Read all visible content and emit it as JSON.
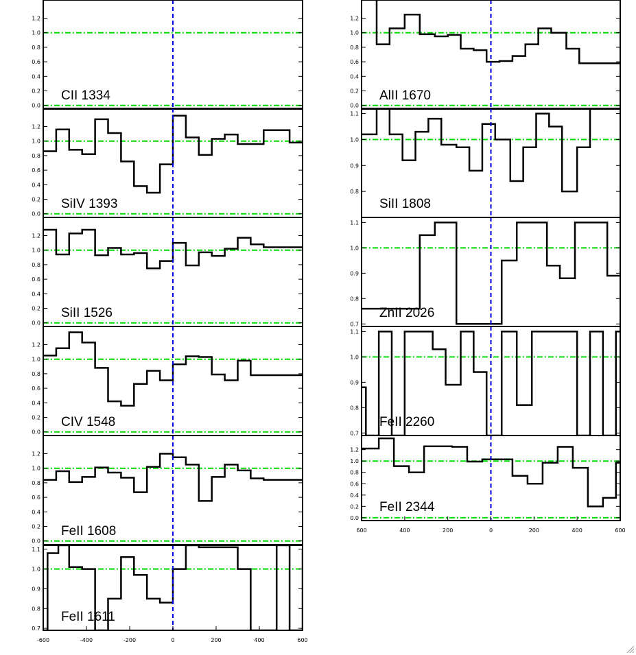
{
  "window": {
    "background": "#ffffff"
  },
  "style": {
    "spectrum_color": "#000000",
    "continuum_color": "#00dd00",
    "zero_color": "#0000dd",
    "frame_color": "#000000"
  },
  "chart_data": [
    {
      "type": "line",
      "label": "CII 1334",
      "column": "left",
      "row": 0,
      "xlim": [
        -600,
        600
      ],
      "ylim": [
        -0.05,
        1.45
      ],
      "yticks": [
        0.0,
        0.2,
        0.4,
        0.6,
        0.8,
        1.0,
        1.2
      ],
      "ytick_labels": [
        "0.0",
        "0.2",
        "0.4",
        "0.6",
        "0.8",
        "1.0",
        "1.2"
      ],
      "continuum": [
        0.0,
        1.0
      ],
      "zero_velocity": 0,
      "x": [],
      "y": []
    },
    {
      "type": "line",
      "label": "SiIV 1393",
      "column": "left",
      "row": 1,
      "xlim": [
        -600,
        600
      ],
      "ylim": [
        -0.05,
        1.45
      ],
      "yticks": [
        0.0,
        0.2,
        0.4,
        0.6,
        0.8,
        1.0,
        1.2
      ],
      "ytick_labels": [
        "0.0",
        "0.2",
        "0.4",
        "0.6",
        "0.8",
        "1.0",
        "1.2"
      ],
      "continuum": [
        0.0,
        1.0
      ],
      "zero_velocity": 0,
      "x": [
        -600,
        -540,
        -480,
        -420,
        -360,
        -300,
        -240,
        -180,
        -120,
        -60,
        0,
        60,
        120,
        180,
        240,
        300,
        360,
        420,
        480,
        540,
        600
      ],
      "y": [
        0.86,
        1.16,
        0.88,
        0.82,
        1.3,
        1.11,
        0.72,
        0.38,
        0.29,
        0.68,
        1.35,
        1.05,
        0.81,
        1.03,
        1.09,
        0.96,
        0.96,
        1.15,
        1.15,
        0.98,
        1.0
      ]
    },
    {
      "type": "line",
      "label": "SiII 1526",
      "column": "left",
      "row": 2,
      "xlim": [
        -600,
        600
      ],
      "ylim": [
        -0.05,
        1.45
      ],
      "yticks": [
        0.0,
        0.2,
        0.4,
        0.6,
        0.8,
        1.0,
        1.2
      ],
      "ytick_labels": [
        "0.0",
        "0.2",
        "0.4",
        "0.6",
        "0.8",
        "1.0",
        "1.2"
      ],
      "continuum": [
        0.0,
        1.0
      ],
      "zero_velocity": 0,
      "x": [
        -600,
        -540,
        -480,
        -420,
        -360,
        -300,
        -240,
        -180,
        -120,
        -60,
        0,
        60,
        120,
        180,
        240,
        300,
        360,
        420,
        480,
        540,
        600
      ],
      "y": [
        1.28,
        0.94,
        1.23,
        1.28,
        0.93,
        1.03,
        0.94,
        0.96,
        0.75,
        0.85,
        1.1,
        0.79,
        0.97,
        0.92,
        1.02,
        1.17,
        1.08,
        1.04,
        1.04,
        1.04,
        1.04
      ]
    },
    {
      "type": "line",
      "label": "CIV 1548",
      "column": "left",
      "row": 3,
      "xlim": [
        -600,
        600
      ],
      "ylim": [
        -0.05,
        1.45
      ],
      "yticks": [
        0.0,
        0.2,
        0.4,
        0.6,
        0.8,
        1.0,
        1.2
      ],
      "ytick_labels": [
        "0.0",
        "0.2",
        "0.4",
        "0.6",
        "0.8",
        "1.0",
        "1.2"
      ],
      "continuum": [
        0.0,
        1.0
      ],
      "zero_velocity": 0,
      "x": [
        -600,
        -540,
        -480,
        -420,
        -360,
        -300,
        -240,
        -180,
        -120,
        -60,
        0,
        60,
        120,
        180,
        240,
        300,
        360,
        420,
        480,
        540,
        600
      ],
      "y": [
        1.05,
        1.15,
        1.37,
        1.23,
        0.88,
        0.42,
        0.36,
        0.66,
        0.84,
        0.71,
        0.93,
        1.04,
        1.03,
        0.79,
        0.71,
        0.98,
        0.78,
        0.78,
        0.78,
        0.78,
        0.78
      ]
    },
    {
      "type": "line",
      "label": "FeII 1608",
      "column": "left",
      "row": 4,
      "xlim": [
        -600,
        600
      ],
      "ylim": [
        -0.05,
        1.45
      ],
      "yticks": [
        0.0,
        0.2,
        0.4,
        0.6,
        0.8,
        1.0,
        1.2
      ],
      "ytick_labels": [
        "0.0",
        "0.2",
        "0.4",
        "0.6",
        "0.8",
        "1.0",
        "1.2"
      ],
      "continuum": [
        0.0,
        1.0
      ],
      "zero_velocity": 0,
      "x": [
        -600,
        -540,
        -480,
        -420,
        -360,
        -300,
        -240,
        -180,
        -120,
        -60,
        0,
        60,
        120,
        180,
        240,
        300,
        360,
        420,
        480,
        540,
        600
      ],
      "y": [
        0.84,
        0.96,
        0.81,
        0.88,
        1.01,
        0.94,
        0.87,
        0.67,
        1.02,
        1.2,
        1.15,
        1.05,
        0.55,
        0.88,
        1.05,
        0.97,
        0.86,
        0.84,
        0.84,
        0.84,
        0.84
      ]
    },
    {
      "type": "line",
      "label": "FeII 1611",
      "column": "left",
      "row": 5,
      "xlim": [
        -600,
        600
      ],
      "ylim": [
        0.69,
        1.12
      ],
      "yticks": [
        0.7,
        0.8,
        0.9,
        1.0,
        1.1
      ],
      "ytick_labels": [
        "0.7",
        "0.8",
        "0.9",
        "1.0",
        "1.1"
      ],
      "continuum": [
        1.0
      ],
      "zero_velocity": 0,
      "x": [
        -600,
        -580,
        -530,
        -480,
        -420,
        -360,
        -300,
        -240,
        -180,
        -120,
        -60,
        0,
        60,
        120,
        180,
        240,
        300,
        360,
        400,
        480,
        540,
        600
      ],
      "y": [
        0.69,
        1.08,
        1.12,
        1.01,
        1.0,
        0.69,
        0.85,
        1.06,
        0.97,
        0.85,
        0.83,
        1.0,
        1.12,
        1.11,
        1.11,
        1.11,
        1.0,
        0.69,
        0.69,
        1.12,
        0.69,
        1.1
      ]
    },
    {
      "type": "line",
      "label": "AlII 1670",
      "column": "right",
      "row": 0,
      "xlim": [
        -600,
        600
      ],
      "ylim": [
        -0.05,
        1.45
      ],
      "yticks": [
        0.0,
        0.2,
        0.4,
        0.6,
        0.8,
        1.0,
        1.2
      ],
      "ytick_labels": [
        "0.0",
        "0.2",
        "0.4",
        "0.6",
        "0.8",
        "1.0",
        "1.2"
      ],
      "continuum": [
        0.0,
        1.0
      ],
      "zero_velocity": 0,
      "x": [
        -600,
        -530,
        -470,
        -400,
        -330,
        -260,
        -200,
        -140,
        -80,
        -20,
        40,
        100,
        160,
        220,
        280,
        350,
        410,
        470,
        530,
        590,
        600
      ],
      "y": [
        1.5,
        0.84,
        1.06,
        1.25,
        0.98,
        0.95,
        0.97,
        0.78,
        0.76,
        0.6,
        0.61,
        0.68,
        0.84,
        1.06,
        1.0,
        0.78,
        0.58,
        0.58,
        0.58,
        0.58,
        0.58
      ]
    },
    {
      "type": "line",
      "label": "SiII 1808",
      "column": "right",
      "row": 1,
      "xlim": [
        -600,
        600
      ],
      "ylim": [
        0.7,
        1.12
      ],
      "yticks": [
        0.8,
        0.9,
        1.0,
        1.1
      ],
      "ytick_labels": [
        "0.8",
        "0.9",
        "1.0",
        "1.1"
      ],
      "continuum": [
        1.0
      ],
      "zero_velocity": 0,
      "x": [
        -600,
        -530,
        -470,
        -410,
        -350,
        -290,
        -230,
        -160,
        -100,
        -40,
        20,
        90,
        150,
        210,
        270,
        330,
        400,
        460,
        520,
        580,
        600
      ],
      "y": [
        1.02,
        1.12,
        1.02,
        0.92,
        1.03,
        1.08,
        0.98,
        0.97,
        0.88,
        1.06,
        1.0,
        0.84,
        0.97,
        1.1,
        1.05,
        0.8,
        0.97,
        1.12,
        1.12,
        1.12,
        1.12
      ]
    },
    {
      "type": "line",
      "label": "ZnII 2026",
      "column": "right",
      "row": 2,
      "xlim": [
        -600,
        600
      ],
      "ylim": [
        0.69,
        1.12
      ],
      "yticks": [
        0.7,
        0.8,
        0.9,
        1.0,
        1.1
      ],
      "ytick_labels": [
        "0.7",
        "0.8",
        "0.9",
        "1.0",
        "1.1"
      ],
      "continuum": [
        1.0
      ],
      "zero_velocity": 0,
      "x": [
        -600,
        -480,
        -330,
        -260,
        -160,
        -50,
        50,
        120,
        260,
        320,
        390,
        540,
        580,
        600
      ],
      "y": [
        0.76,
        0.76,
        1.05,
        1.1,
        0.7,
        0.7,
        0.95,
        1.1,
        0.93,
        0.88,
        1.1,
        0.89,
        0.89,
        0.89
      ]
    },
    {
      "type": "line",
      "label": "FeII 2260",
      "column": "right",
      "row": 3,
      "xlim": [
        -600,
        600
      ],
      "ylim": [
        0.69,
        1.12
      ],
      "yticks": [
        0.7,
        0.8,
        0.9,
        1.0,
        1.1
      ],
      "ytick_labels": [
        "0.7",
        "0.8",
        "0.9",
        "1.0",
        "1.1"
      ],
      "continuum": [
        1.0
      ],
      "zero_velocity": 0,
      "x": [
        -600,
        -580,
        -520,
        -460,
        -400,
        -330,
        -270,
        -210,
        -140,
        -80,
        -20,
        50,
        120,
        190,
        260,
        330,
        400,
        460,
        520,
        580,
        600
      ],
      "y": [
        0.88,
        0.69,
        1.1,
        0.69,
        1.1,
        1.1,
        1.03,
        0.89,
        1.1,
        0.94,
        0.69,
        1.1,
        0.81,
        1.1,
        1.1,
        1.1,
        0.69,
        1.1,
        0.69,
        1.1,
        1.1
      ]
    },
    {
      "type": "line",
      "label": "FeII 2344",
      "column": "right",
      "row": 4,
      "xlim": [
        -600,
        600
      ],
      "ylim": [
        -0.05,
        1.45
      ],
      "yticks": [
        0.0,
        0.2,
        0.4,
        0.6,
        0.8,
        1.0,
        1.2
      ],
      "ytick_labels": [
        "0.0",
        "0.2",
        "0.4",
        "0.6",
        "0.8",
        "1.0",
        "1.2"
      ],
      "continuum": [
        0.0,
        1.0
      ],
      "zero_velocity": 0,
      "x": [
        -600,
        -520,
        -450,
        -380,
        -310,
        -240,
        -180,
        -110,
        -40,
        30,
        100,
        170,
        240,
        310,
        380,
        450,
        520,
        580,
        600
      ],
      "y": [
        1.22,
        1.4,
        0.91,
        0.8,
        1.26,
        1.26,
        1.25,
        0.99,
        1.03,
        1.03,
        0.74,
        0.6,
        0.97,
        1.25,
        0.88,
        0.2,
        0.35,
        0.97,
        0.97
      ]
    }
  ],
  "axes": {
    "left_column_xticks": [
      -600,
      -400,
      -200,
      0,
      200,
      400,
      600
    ],
    "left_column_xtick_labels": [
      "-600",
      "-400",
      "-200",
      "0",
      "200",
      "400",
      "600"
    ],
    "right_column_xticks": [
      -600,
      -400,
      -200,
      0,
      200,
      400,
      600
    ],
    "right_column_xtick_labels": [
      "600",
      "400",
      "200",
      "0",
      "200",
      "400",
      "600"
    ]
  }
}
